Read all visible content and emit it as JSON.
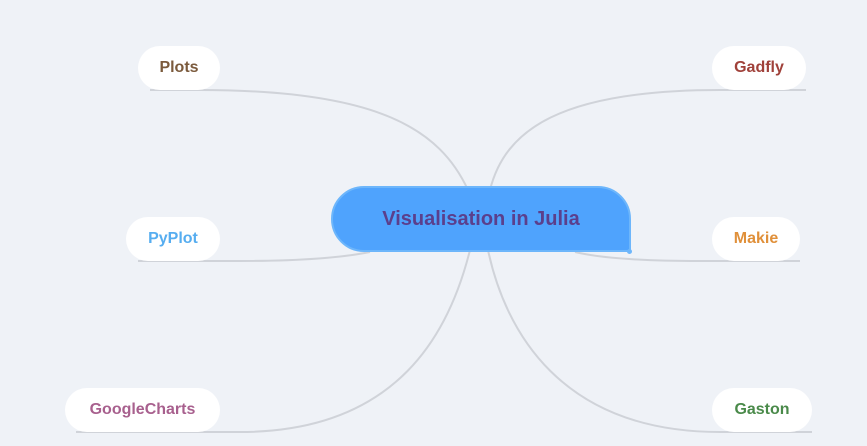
{
  "root": {
    "label": "Visualisation in Julia",
    "color": "#5b3f8c"
  },
  "nodes": [
    {
      "label": "Plots",
      "color": "#7b5a3c"
    },
    {
      "label": "PyPlot",
      "color": "#56adf0"
    },
    {
      "label": "GoogleCharts",
      "color": "#a8608e"
    },
    {
      "label": "Gadfly",
      "color": "#a0413a"
    },
    {
      "label": "Makie",
      "color": "#e0903a"
    },
    {
      "label": "Gaston",
      "color": "#4a8a4a"
    }
  ]
}
